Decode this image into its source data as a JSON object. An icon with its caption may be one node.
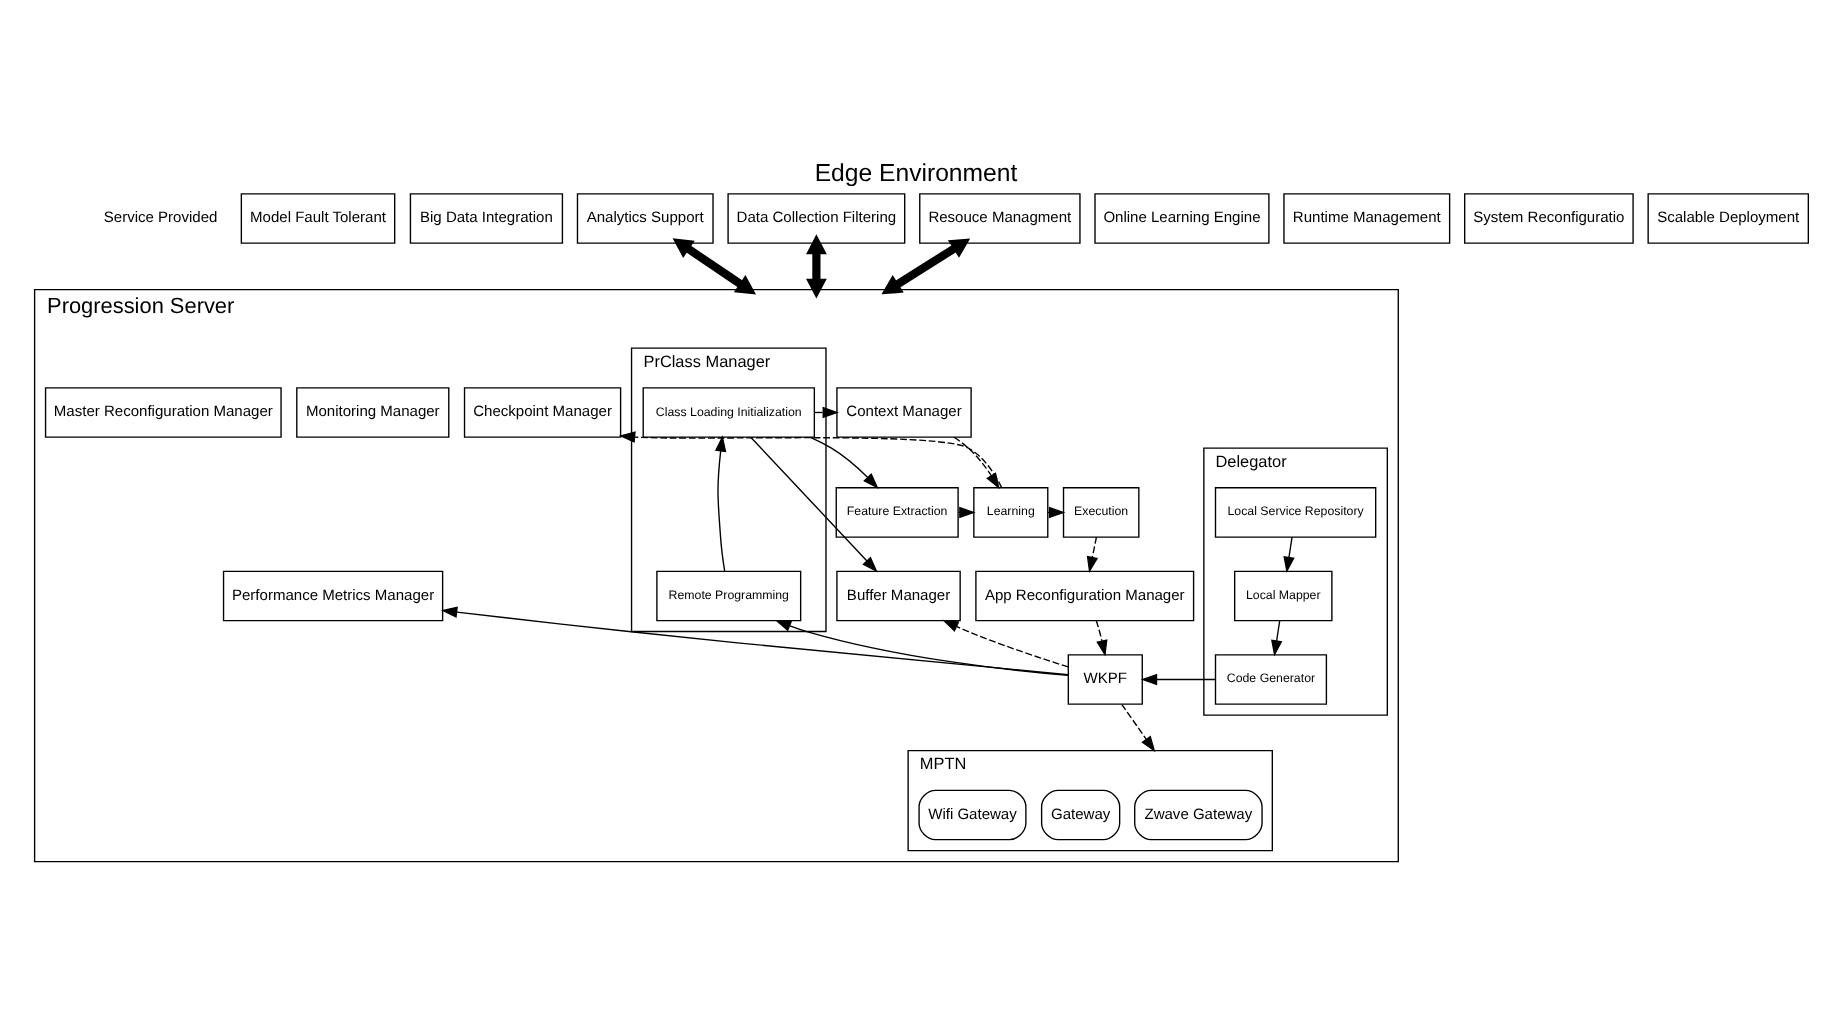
{
  "diagram": {
    "title": "Edge Environment",
    "nodes": [
      {
        "text": [
          "Model Fault Tolerant"
        ]
      },
      {
        "text": [
          "Big Data Integration"
        ]
      },
      {
        "text": [
          "Analytics Support"
        ]
      },
      {
        "text": [
          "Online Learning Engine"
        ]
      },
      {
        "text": [
          "Runtime Management"
        ]
      },
      {
        "text": [
          "Data Collection Filtering"
        ]
      },
      {
        "text": [
          "System Reconfiguratio"
        ]
      },
      {
        "text": [
          "Resouce Managment"
        ]
      },
      {
        "text": [
          "Scalable Deployment"
        ]
      },
      {
        "text": [
          "Progression Server"
        ]
      },
      {
        "text": [
          "PrClass Manager"
        ],
        "in": 9
      },
      {
        "text": [
          "Class Loading Initialization"
        ],
        "in": 10
      },
      {
        "text": [
          "Remote Programming"
        ],
        "in": 10
      },
      {
        "text": [
          "Context Manager"
        ],
        "in": 9
      },
      {
        "text": [
          "Checkpoint Manager"
        ],
        "in": 9
      },
      {
        "text": [
          "Monitoring Manager"
        ],
        "in": 9
      },
      {
        "text": [
          "Master Reconfiguration Manager"
        ],
        "in": 9
      },
      {
        "text": [
          "Feature Extraction"
        ],
        "in": 9
      },
      {
        "text": [
          "Learning"
        ],
        "in": 9
      },
      {
        "text": [
          "Execution"
        ],
        "in": 9
      },
      {
        "text": [
          "Buffer Manager"
        ],
        "in": 9
      },
      {
        "text": [
          "App Reconfiguration Manager"
        ],
        "in": 9
      },
      {
        "text": [
          "Performance Metrics Manager"
        ],
        "in": 9
      },
      {
        "text": [
          "WKPF"
        ],
        "in": 9
      },
      {
        "text": [
          "Delegator"
        ],
        "in": 9
      },
      {
        "text": [
          "Local Service Repository"
        ],
        "in": 24
      },
      {
        "text": [
          "Local Mapper"
        ],
        "in": 24
      },
      {
        "text": [
          "Code Generator"
        ],
        "in": 24
      },
      {
        "text": [
          "MPTN"
        ],
        "in": 9
      },
      {
        "text": [
          "Zwave Gateway"
        ],
        "in": 28
      },
      {
        "text": [
          "Gateway"
        ],
        "in": 28
      },
      {
        "text": [
          "Wifi Gateway"
        ],
        "in": 28
      }
    ],
    "edges": [
      {
        "from": 2,
        "to": 9,
        "arrow": "both",
        "style": "thick"
      },
      {
        "from": 5,
        "to": 9,
        "arrow": "both",
        "style": "thick"
      },
      {
        "from": 7,
        "to": 9,
        "arrow": "both",
        "style": "thick"
      },
      {
        "from": 11,
        "to": 13,
        "arrow": "to"
      },
      {
        "from": 11,
        "to": 17,
        "arrow": "to"
      },
      {
        "from": 11,
        "to": 20,
        "arrow": "to"
      },
      {
        "from": 12,
        "to": 11,
        "arrow": "to"
      },
      {
        "from": 23,
        "to": 12,
        "arrow": "to"
      },
      {
        "from": 13,
        "to": 18,
        "arrow": "to",
        "style": "dashed"
      },
      {
        "from": 18,
        "to": 14,
        "arrow": "to",
        "style": "dashed"
      },
      {
        "from": 17,
        "to": 18,
        "arrow": "to",
        "style": "dashed"
      },
      {
        "from": 18,
        "to": 19,
        "arrow": "to",
        "style": "dashed"
      },
      {
        "from": 19,
        "to": 21,
        "arrow": "to",
        "style": "dashed"
      },
      {
        "from": 23,
        "to": 20,
        "arrow": "to",
        "style": "dashed"
      },
      {
        "from": 21,
        "to": 23,
        "arrow": "to",
        "style": "dashed"
      },
      {
        "from": 23,
        "to": 22,
        "arrow": "to"
      },
      {
        "from": 25,
        "to": 26,
        "arrow": "to"
      },
      {
        "from": 26,
        "to": 27,
        "arrow": "to"
      },
      {
        "from": 27,
        "to": 23,
        "arrow": "to"
      },
      {
        "from": 23,
        "to": 28,
        "arrow": "to",
        "style": "dashed"
      }
    ],
    "labels": [
      "Service Provided"
    ]
  }
}
